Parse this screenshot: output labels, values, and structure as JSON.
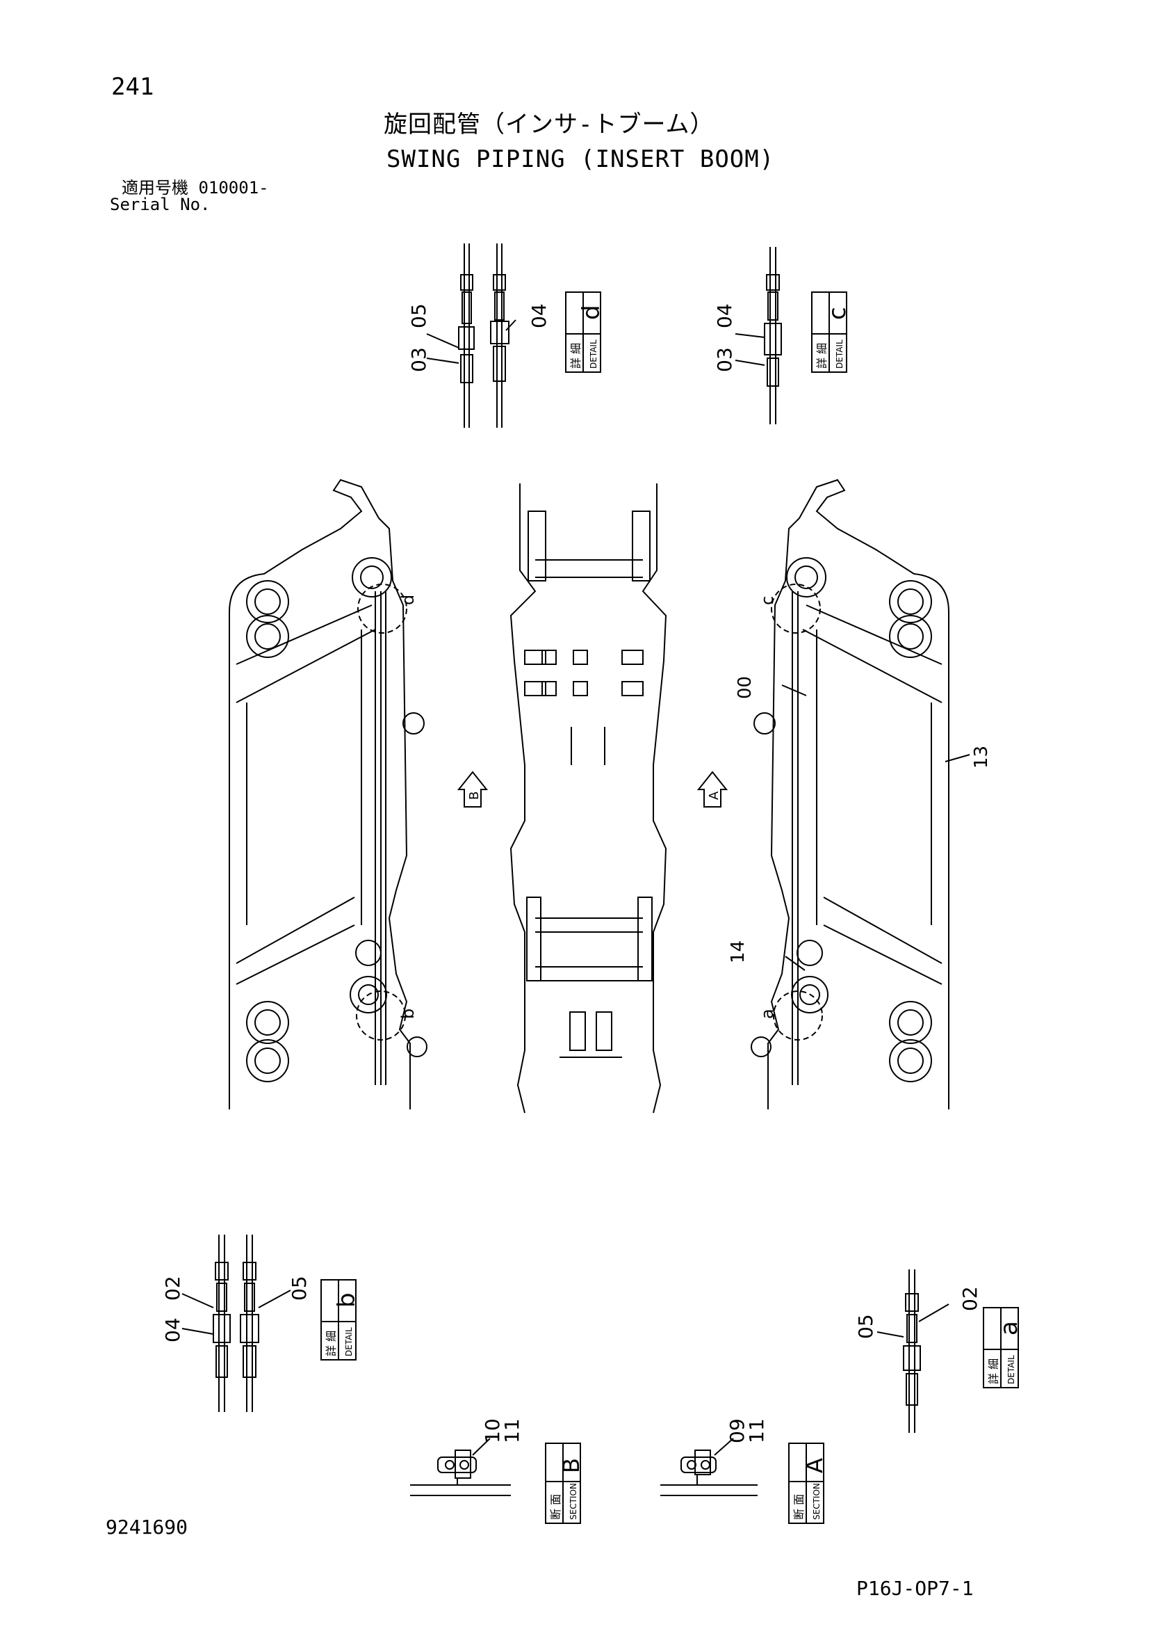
{
  "header": {
    "page_number": "241",
    "title_jp": "旋回配管（インサ-トブーム）",
    "title_en": "SWING PIPING (INSERT BOOM)",
    "serial_label_jp": "適用号機",
    "serial_value": "010001-",
    "serial_label_en": "Serial No."
  },
  "footer": {
    "drawing_number": "9241690",
    "reference_code": "P16J-OP7-1"
  },
  "labels": {
    "detail_jp": "詳 細",
    "detail_en": "DETAIL",
    "section_jp": "断 面",
    "section_en": "SECTION"
  },
  "detail_boxes": [
    {
      "letter": "d",
      "parts": [
        "03",
        "05",
        "04"
      ]
    },
    {
      "letter": "c",
      "parts": [
        "03",
        "04"
      ]
    },
    {
      "letter": "b",
      "parts": [
        "04",
        "02",
        "05"
      ]
    },
    {
      "letter": "a",
      "parts": [
        "05",
        "02"
      ]
    }
  ],
  "section_boxes": [
    {
      "letter": "B",
      "parts": [
        "10",
        "11"
      ]
    },
    {
      "letter": "A",
      "parts": [
        "09",
        "11"
      ]
    }
  ],
  "main_view_callouts": [
    "d",
    "c",
    "b",
    "a",
    "00",
    "13",
    "14"
  ],
  "view_arrows": [
    "B",
    "A"
  ]
}
